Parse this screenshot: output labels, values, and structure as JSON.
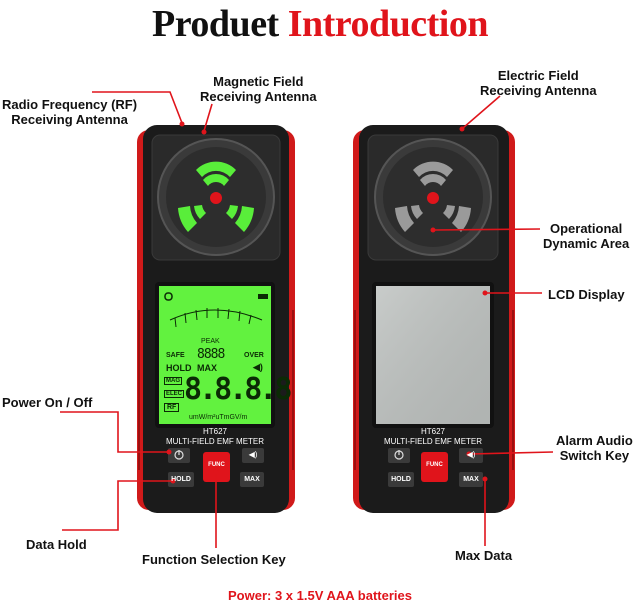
{
  "title": {
    "part1": "Produet",
    "part2": "Introduction"
  },
  "callouts": {
    "rf_antenna": [
      "Radio Frequency (RF)",
      "Receiving Antenna"
    ],
    "magnetic_antenna": [
      "Magnetic Field",
      "Receiving Antenna"
    ],
    "electric_antenna": [
      "Electric Field",
      "Receiving Antenna"
    ],
    "operational_area": [
      "Operational",
      "Dynamic Area"
    ],
    "lcd_display": "LCD Display",
    "power": "Power On / Off",
    "alarm": [
      "Alarm Audio",
      "Switch Key"
    ],
    "data_hold": "Data Hold",
    "function_key": "Function Selection Key",
    "max_data": "Max Data"
  },
  "device": {
    "model": "HT627",
    "subtitle": "MULTI-FIELD EMF METER",
    "buttons": {
      "func": "FUNC",
      "hold": "HOLD",
      "max": "MAX"
    },
    "lcd": {
      "peak": "PEAK",
      "safe": "SAFE",
      "hold": "HOLD",
      "max": "MAX",
      "over": "OVER",
      "mag": "MAG",
      "elec": "ELEC",
      "rf": "RF",
      "digits": "8.8.8.8",
      "units": "umW/m²uTmGV/m"
    }
  },
  "footer": "Power: 3 x 1.5V AAA batteries",
  "colors": {
    "accent_red": "#e0141b",
    "lcd_green": "#5cf03a",
    "body_black": "#1a1a1a"
  }
}
